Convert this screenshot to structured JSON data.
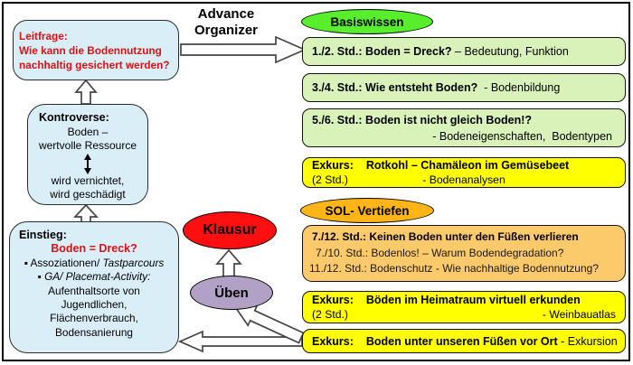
{
  "colors": {
    "blue_box": "#daeef8",
    "green_ellipse": "#57ee2c",
    "green_box": "#d9f2ba",
    "yellow_box": "#ffff00",
    "orange_ellipse": "#ffb515",
    "orange_box": "#fcca6a",
    "red_ellipse": "#ff0f0f",
    "purple_ellipse": "#b2a1c7",
    "red_text": "#e01111"
  },
  "advance_organizer": {
    "line1": "Advance",
    "line2": "Organizer"
  },
  "leitfrage": {
    "title": "Leitfrage:",
    "line1": "Wie kann die Bodennutzung",
    "line2": "nachhaltig gesichert werden?"
  },
  "kontroverse": {
    "title": "Kontroverse:",
    "line1": "Boden –",
    "line2": "wertvolle Ressource",
    "line3": "wird vernichtet,",
    "line4": "wird geschädigt"
  },
  "einstieg": {
    "title": "Einstieg:",
    "subtitle": "Boden = Dreck?",
    "bullet1_pre": "▪ Assoziationen/ ",
    "bullet1_italic": "Tastparcours",
    "bullet2_pre": "▪ ",
    "bullet2_italic": "GA/ Placemat-Activity:",
    "line1": "Aufenthaltsorte von",
    "line2": "Jugendlichen,",
    "line3": "Flächenverbrauch,",
    "line4": "Bodensanierung"
  },
  "klausur_label": "Klausur",
  "ueben_label": "Üben",
  "basiswissen_label": "Basiswissen",
  "sol_label": "SOL- Vertiefen",
  "std12": {
    "bold": "1./2. Std.: Boden = Dreck?",
    "rest": " – Bedeutung, Funktion"
  },
  "std34": {
    "bold": "3./4. Std.: Wie entsteht Boden?",
    "rest": "  - Bodenbildung"
  },
  "std56": {
    "bold": "5./6. Std.: Boden ist nicht gleich Boden!?",
    "rest": "- Bodeneigenschaften,  Bodentypen"
  },
  "exkurs_rotkohl": {
    "label": "Exkurs:",
    "title": "Rotkohl – Chamäleon im Gemüsebeet",
    "duration": "(2 Std.)",
    "note": "- Bodenanalysen"
  },
  "std712": {
    "bold": "7./12. Std.: Keinen Boden unter den Füßen verlieren",
    "line2": "7./10. Std.: Bodenlos! – Warum Bodendegradation?",
    "line3": "11./12. Std.: Bodenschutz - Wie nachhaltige Bodennutzung?"
  },
  "exkurs_heimatraum": {
    "label": "Exkurs:",
    "title": "Böden im Heimatraum virtuell erkunden",
    "duration": "(2 Std.)",
    "note": "- Weinbauatlas"
  },
  "exkurs_vor_ort": {
    "label": "Exkurs:",
    "title": "Boden unter unseren Füßen vor Ort",
    "note": " - Exkursion"
  }
}
